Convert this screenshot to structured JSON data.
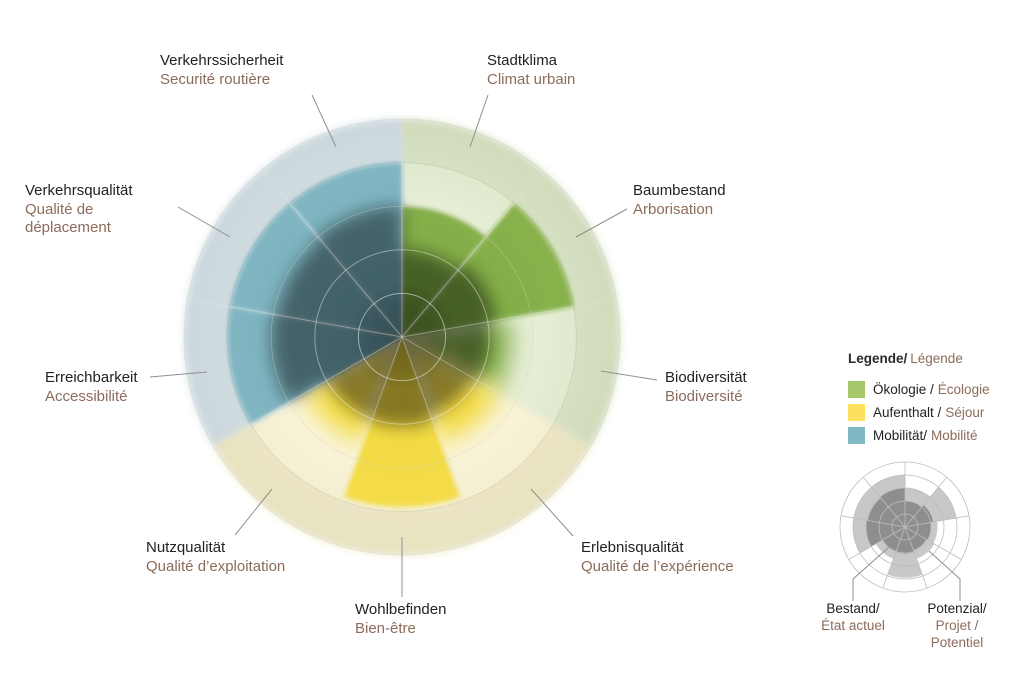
{
  "chart_data": {
    "type": "polar-rose",
    "rings": 5,
    "max_value": 5,
    "sector_span_deg": 40,
    "start_at_top": true,
    "clockwise": true,
    "series_info": [
      {
        "id": "bestand",
        "label_de": "Bestand/",
        "label_fr": "État actuel"
      },
      {
        "id": "potenzial",
        "label_de": "Potenzial/",
        "label_fr": "Projet / Potentiel"
      }
    ],
    "sectors": [
      {
        "id": "stadtklima",
        "label_de": "Stadtklima",
        "label_fr": "Climat urbain",
        "category": "oekologie",
        "potenzial": 3.0,
        "bestand": 2.0,
        "edge": "sharp"
      },
      {
        "id": "baumbestand",
        "label_de": "Baumbestand",
        "label_fr": "Arborisation",
        "category": "oekologie",
        "potenzial": 4.0,
        "bestand": 2.2,
        "edge": "sharp"
      },
      {
        "id": "biodiversitaet",
        "label_de": "Biodiversität",
        "label_fr": "Biodiversité",
        "category": "oekologie",
        "potenzial": 2.5,
        "bestand": 2.0,
        "edge": "soft"
      },
      {
        "id": "erlebnisqualitaet",
        "label_de": "Erlebnisqualität",
        "label_fr": "Qualité de l’expérience",
        "category": "aufenthalt",
        "potenzial": 2.6,
        "bestand": 1.9,
        "edge": "soft"
      },
      {
        "id": "wohlbefinden",
        "label_de": "Wohlbefinden",
        "label_fr": "Bien-être",
        "category": "aufenthalt",
        "potenzial": 3.9,
        "bestand": 2.05,
        "edge": "sharp"
      },
      {
        "id": "nutzqualitaet",
        "label_de": "Nutzqualität",
        "label_fr": "Qualité d’exploitation",
        "category": "aufenthalt",
        "potenzial": 2.6,
        "bestand": 2.0,
        "edge": "soft"
      },
      {
        "id": "erreichbarkeit",
        "label_de": "Erreichbarkeit",
        "label_fr": "Accessibilité",
        "category": "mobilitaet",
        "potenzial": 4.0,
        "bestand": 3.0,
        "edge": "sharp"
      },
      {
        "id": "verkehrsqualitaet",
        "label_de": "Verkehrsqualität",
        "label_fr": "Qualité de déplacement",
        "category": "mobilitaet",
        "potenzial": 4.0,
        "bestand": 2.9,
        "edge": "sharp"
      },
      {
        "id": "verkehrssicherheit",
        "label_de": "Verkehrssicherheit",
        "label_fr": "Securité routière",
        "category": "mobilitaet",
        "potenzial": 4.0,
        "bestand": 3.0,
        "edge": "sharp"
      }
    ],
    "categories": {
      "oekologie": {
        "vivid": "#8cb551",
        "vivid_inner": "#79a73e",
        "pale_inner": "#ecf2df",
        "pale_outer": "#d8e4c2"
      },
      "aufenthalt": {
        "vivid": "#f6df4d",
        "vivid_inner": "#eed53a",
        "pale_inner": "#fbf7e1",
        "pale_outer": "#f1ebc5"
      },
      "mobilitaet": {
        "vivid": "#85b9c4",
        "vivid_inner": "#6fa9b7",
        "pale_inner": "#e4edf0",
        "pale_outer": "#d2e0e6"
      }
    }
  },
  "legend": {
    "title_de": "Legende/",
    "title_fr": "Légende",
    "items": [
      {
        "de": "Ökologie /",
        "fr": "Écologie",
        "color": "#a5c76a"
      },
      {
        "de": "Aufenthalt /",
        "fr": "Séjour",
        "color": "#fce15f"
      },
      {
        "de": "Mobilität/",
        "fr": "Mobilité",
        "color": "#80b9c4"
      }
    ]
  },
  "mini_chart": {
    "colors": {
      "potenzial": "#c8c8c8",
      "bestand": "#8e8e8e",
      "grid": "#bdbdbd"
    }
  }
}
